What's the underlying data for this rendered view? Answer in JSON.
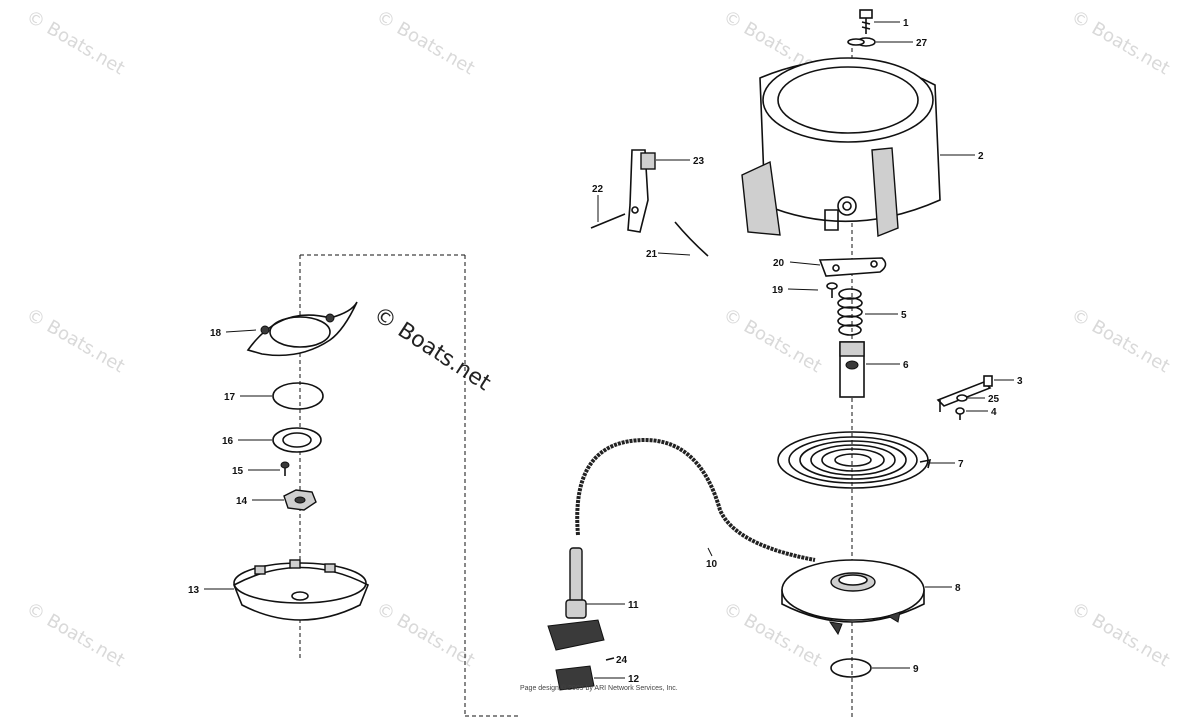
{
  "watermark_text": "© Boats.net",
  "credit_text": "Page design © 2009 by ARI Network Services, Inc.",
  "callouts": [
    {
      "id": "1",
      "label": "1"
    },
    {
      "id": "27",
      "label": "27"
    },
    {
      "id": "2",
      "label": "2"
    },
    {
      "id": "23",
      "label": "23"
    },
    {
      "id": "22",
      "label": "22"
    },
    {
      "id": "21",
      "label": "21"
    },
    {
      "id": "20",
      "label": "20"
    },
    {
      "id": "19",
      "label": "19"
    },
    {
      "id": "5",
      "label": "5"
    },
    {
      "id": "6",
      "label": "6"
    },
    {
      "id": "3",
      "label": "3"
    },
    {
      "id": "25",
      "label": "25"
    },
    {
      "id": "4",
      "label": "4"
    },
    {
      "id": "7",
      "label": "7"
    },
    {
      "id": "10",
      "label": "10"
    },
    {
      "id": "8",
      "label": "8"
    },
    {
      "id": "11",
      "label": "11"
    },
    {
      "id": "24",
      "label": "24"
    },
    {
      "id": "12",
      "label": "12"
    },
    {
      "id": "9",
      "label": "9"
    },
    {
      "id": "18",
      "label": "18"
    },
    {
      "id": "17",
      "label": "17"
    },
    {
      "id": "16",
      "label": "16"
    },
    {
      "id": "15",
      "label": "15"
    },
    {
      "id": "14",
      "label": "14"
    },
    {
      "id": "13",
      "label": "13"
    }
  ]
}
